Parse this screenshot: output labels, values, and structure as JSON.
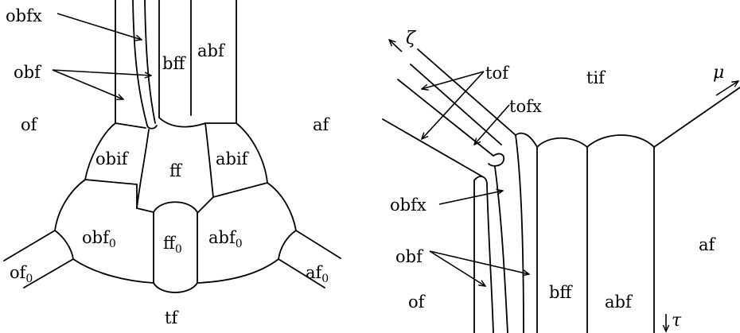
{
  "left_diagram": {
    "labels": {
      "obfx": "obfx",
      "obf": "obf",
      "bff": "bff",
      "abf": "abf",
      "of": "of",
      "af": "af",
      "obif": "obif",
      "ff": "ff",
      "abif": "abif",
      "obf0": "obf",
      "ff0": "ff",
      "abf0": "abf",
      "of0": "of",
      "af0": "af",
      "tf": "tf"
    },
    "subscript": "0"
  },
  "right_diagram": {
    "labels": {
      "zeta": "ζ",
      "tof": "tof",
      "tif": "tif",
      "mu": "μ",
      "tofx": "tofx",
      "obfx": "obfx",
      "obf": "obf",
      "af": "af",
      "of": "of",
      "bff": "bff",
      "abf": "abf",
      "tau": "τ"
    }
  }
}
